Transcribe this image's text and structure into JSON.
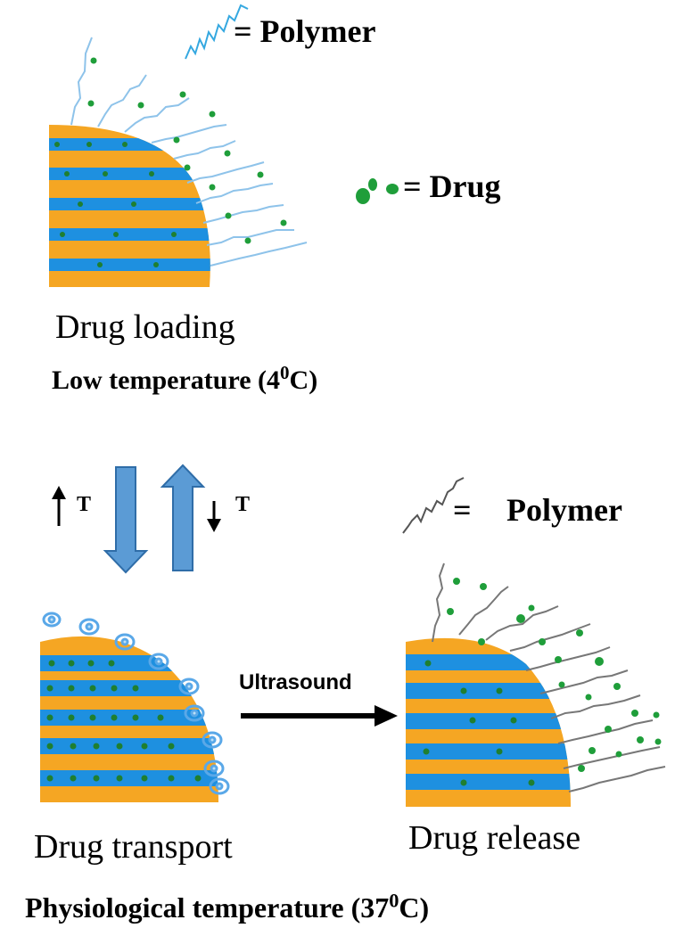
{
  "legend_top": {
    "polymer_label": "= Polymer",
    "drug_label": "= Drug"
  },
  "legend_bottom": {
    "eq": "=",
    "polymer_label": "Polymer"
  },
  "captions": {
    "drug_loading": "Drug loading",
    "drug_transport": "Drug transport",
    "drug_release": "Drug release"
  },
  "conditions": {
    "low_temp_prefix": "Low temperature (4",
    "low_temp_sup": "0",
    "low_temp_suffix": "C)",
    "phys_temp_prefix": "Physiological temperature (37",
    "phys_temp_sup": "0",
    "phys_temp_suffix": "C)"
  },
  "temperature": {
    "up_label": "T",
    "down_label": "T"
  },
  "process": {
    "ultrasound_label": "Ultrasound"
  },
  "colors": {
    "stripe_orange": "#f5a623",
    "stripe_blue": "#1e90e0",
    "drug_green": "#1f9e3a",
    "polymer_blue": "#8ec3ea",
    "polymer_gray": "#777777",
    "arrow_fill": "#5b9bd5",
    "arrow_stroke": "#2f6da8"
  }
}
